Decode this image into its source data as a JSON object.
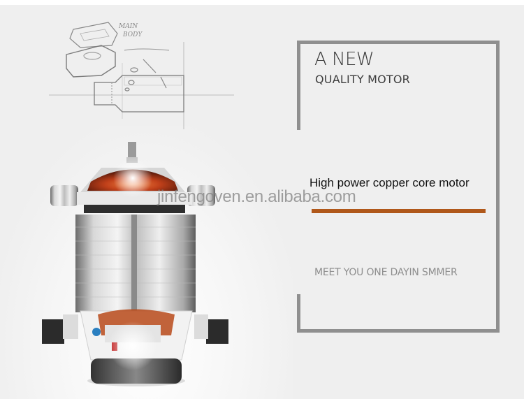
{
  "content": {
    "headline": "A NEW",
    "subheadline": "QUALITY MOTOR",
    "feature": "High power copper core motor",
    "tagline": "MEET YOU ONE DAYIN SMMER",
    "watermark": "jinfengoven.en.alibaba.com"
  },
  "illustrations": {
    "sketch_label_1": "MAIN",
    "sketch_label_2": "BODY"
  },
  "colors": {
    "background": "#efefef",
    "frame": "#8f8f8f",
    "accent_bar": "#b0581a",
    "headline_text": "#3a3a3a",
    "tagline_text": "#8e8e8e",
    "copper": "#c0401a"
  }
}
